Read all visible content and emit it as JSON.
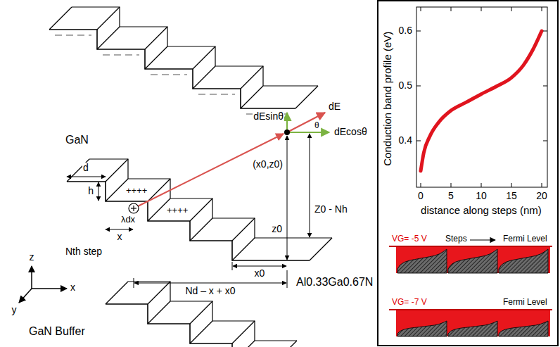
{
  "diagram": {
    "labels": [
      "GaN",
      "dEsinθ",
      "(x0,z0)",
      "dE",
      "θ",
      "dEcosθ",
      "d",
      "h",
      "++++",
      "λdx",
      "x",
      "Z0 - Nh",
      "++++",
      "z0",
      "x0",
      "Nth step",
      "Nd – x + x0",
      "Al0.33Ga0.67N",
      "z",
      "x",
      "y",
      "GaN Buffer",
      "Conduction band profile (eV)",
      "0",
      "5",
      "10",
      "15",
      "20",
      "0.4",
      "0.5",
      "0.6",
      "distance along steps (nm)",
      "VG= -5 V",
      "Steps",
      "Fermi Level",
      "VG= -7 V",
      "Fermi Level"
    ]
  }
}
